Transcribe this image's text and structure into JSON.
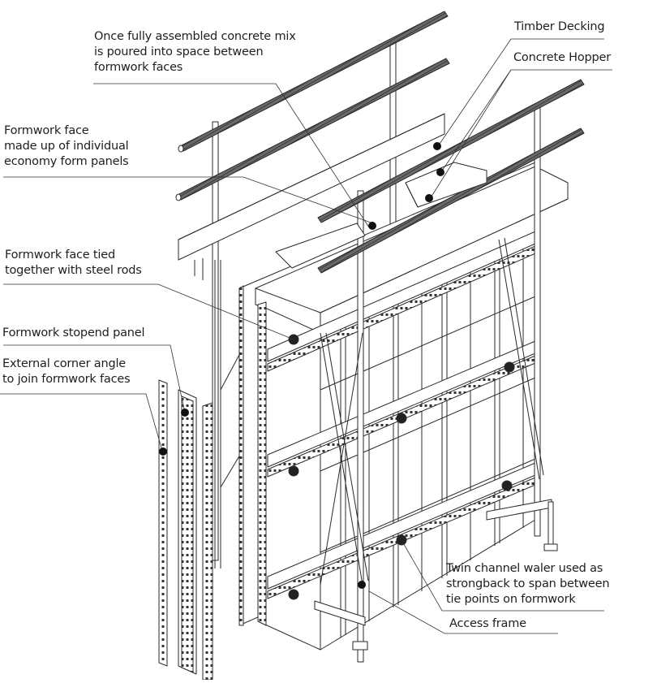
{
  "diagram": {
    "subject": "Economy formwork wall assembly",
    "colors": {
      "line": "#2a2a2a",
      "fill": "#ffffff",
      "shade": "#d9d9d9",
      "dot": "#111111"
    },
    "labels": [
      {
        "id": "concrete-mix",
        "text": "Once fully assembled concrete mix\nis poured into space between\nformwork faces"
      },
      {
        "id": "timber-decking",
        "text": "Timber Decking"
      },
      {
        "id": "concrete-hopper",
        "text": "Concrete Hopper"
      },
      {
        "id": "formwork-face",
        "text": "Formwork face\nmade up of individual\neconomy form panels"
      },
      {
        "id": "tied-rods",
        "text": "Formwork face tied\ntogether with steel rods"
      },
      {
        "id": "stopend-panel",
        "text": "Formwork stopend panel"
      },
      {
        "id": "corner-angle",
        "text": "External corner angle\nto join formwork faces"
      },
      {
        "id": "twin-channel-waler",
        "text": "Twin channel waler used as\nstrongback to span between\ntie points on formwork"
      },
      {
        "id": "access-frame",
        "text": "Access frame"
      }
    ]
  }
}
